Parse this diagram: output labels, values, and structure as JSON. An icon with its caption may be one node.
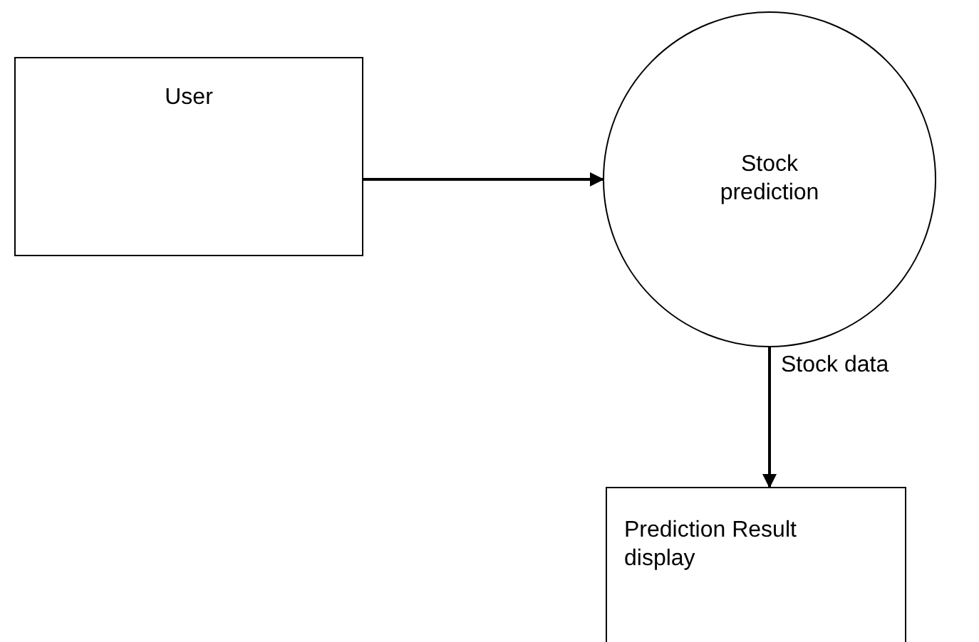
{
  "diagram": {
    "nodes": [
      {
        "text": [
          "User"
        ]
      },
      {
        "text": [
          "Stock prediction"
        ]
      },
      {
        "text": [
          "Prediction Result display"
        ]
      }
    ],
    "edges": [
      {
        "from": 0,
        "to": 1,
        "arrow": "to"
      },
      {
        "from": 1,
        "to": 2,
        "arrow": "to",
        "label": "Stock data"
      }
    ]
  }
}
